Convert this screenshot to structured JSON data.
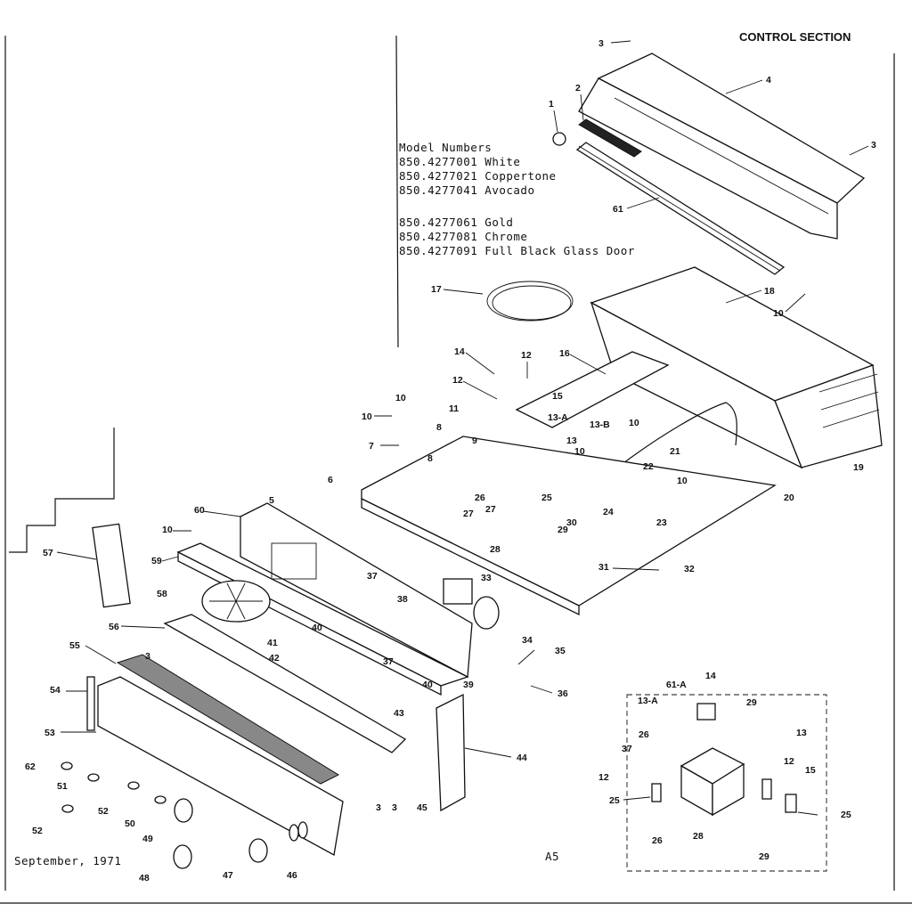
{
  "section_title": "CONTROL SECTION",
  "model_numbers": {
    "heading": "Model Numbers",
    "models": [
      "850.4277001 White",
      "850.4277021 Coppertone",
      "850.4277041 Avocado",
      "850.4277061 Gold",
      "850.4277081 Chrome",
      "850.4277091 Full Black Glass Door"
    ]
  },
  "date": "September, 1971",
  "page_code": "A5",
  "part_callouts": [
    "3",
    "4",
    "1",
    "2",
    "3",
    "61",
    "18",
    "17",
    "10",
    "14",
    "12",
    "16",
    "15",
    "12",
    "13-A",
    "13-B",
    "11",
    "10",
    "10",
    "8",
    "9",
    "8",
    "7",
    "13",
    "10",
    "22",
    "21",
    "10",
    "19",
    "20",
    "10",
    "23",
    "24",
    "25",
    "26",
    "27",
    "27",
    "29",
    "28",
    "30",
    "31",
    "32",
    "5",
    "6",
    "60",
    "10",
    "57",
    "59",
    "58",
    "33",
    "34",
    "35",
    "36",
    "56",
    "55",
    "3",
    "54",
    "53",
    "38",
    "37",
    "41",
    "40",
    "42",
    "37",
    "40",
    "39",
    "43",
    "44",
    "62",
    "51",
    "50",
    "52",
    "49",
    "52",
    "48",
    "47",
    "46",
    "3",
    "3",
    "45",
    "61-A",
    "14",
    "13-A",
    "29",
    "13",
    "26",
    "37",
    "12",
    "12",
    "15",
    "25",
    "25",
    "26",
    "28",
    "29"
  ]
}
